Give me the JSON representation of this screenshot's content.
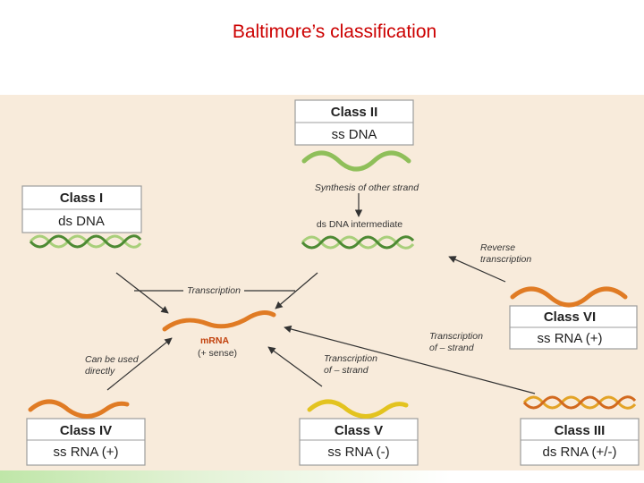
{
  "title": "Baltimore’s classification",
  "classes": {
    "ii": {
      "title": "Class II",
      "genome": "ss DNA"
    },
    "i": {
      "title": "Class I",
      "genome": "ds DNA"
    },
    "vi": {
      "title": "Class VI",
      "genome": "ss RNA (+)"
    },
    "iv": {
      "title": "Class IV",
      "genome": "ss RNA (+)"
    },
    "v": {
      "title": "Class V",
      "genome": "ss RNA (-)"
    },
    "iii": {
      "title": "Class III",
      "genome": "ds RNA (+/-)"
    }
  },
  "labels": {
    "synthesis": "Synthesis of other strand",
    "intermediate": "ds DNA intermediate",
    "reverse_1": "Reverse",
    "reverse_2": "transcription",
    "transcription": "Transcription",
    "mrna": "mRNA",
    "mrna_sense": "(+ sense)",
    "direct_1": "Can be used",
    "direct_2": "directly",
    "transc_v_1": "Transcription",
    "transc_v_2": "of – strand",
    "transc_iii_1": "Transcription",
    "transc_iii_2": "of – strand"
  },
  "colors": {
    "title_red": "#cc0000",
    "panel_bg": "#f8ebdb",
    "dna_green": "#8fbf5a",
    "rna_orange": "#e07b24",
    "rna_yellow": "#e3c31f"
  }
}
